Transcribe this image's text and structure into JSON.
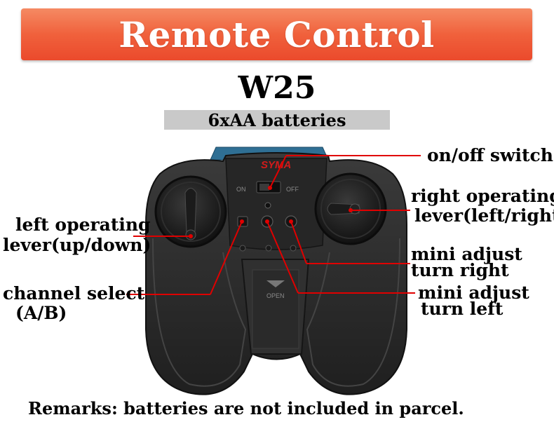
{
  "banner": {
    "title": "Remote Control"
  },
  "model": "W25",
  "batteries": "6xAA batteries",
  "remote": {
    "brand": "SYMA",
    "switch_on": "ON",
    "switch_off": "OFF",
    "compartment": "OPEN"
  },
  "labels": {
    "on_off_switch": "on/off switch",
    "right_lever_1": "right operating",
    "right_lever_2": "lever(left/right)",
    "left_lever_1": "left operating",
    "left_lever_2": "lever(up/down)",
    "mini_right_1": "mini adjust",
    "mini_right_2": "turn right",
    "channel_1": "channel select",
    "channel_2": "(A/B)",
    "mini_left_1": "mini adjust",
    "mini_left_2": "turn left"
  },
  "remarks": "Remarks: batteries are not included in parcel.",
  "colors": {
    "banner": "#f0613c",
    "callout_line": "#e00000",
    "remote_body": "#2a2a2a",
    "antenna": "#2f6f94"
  }
}
